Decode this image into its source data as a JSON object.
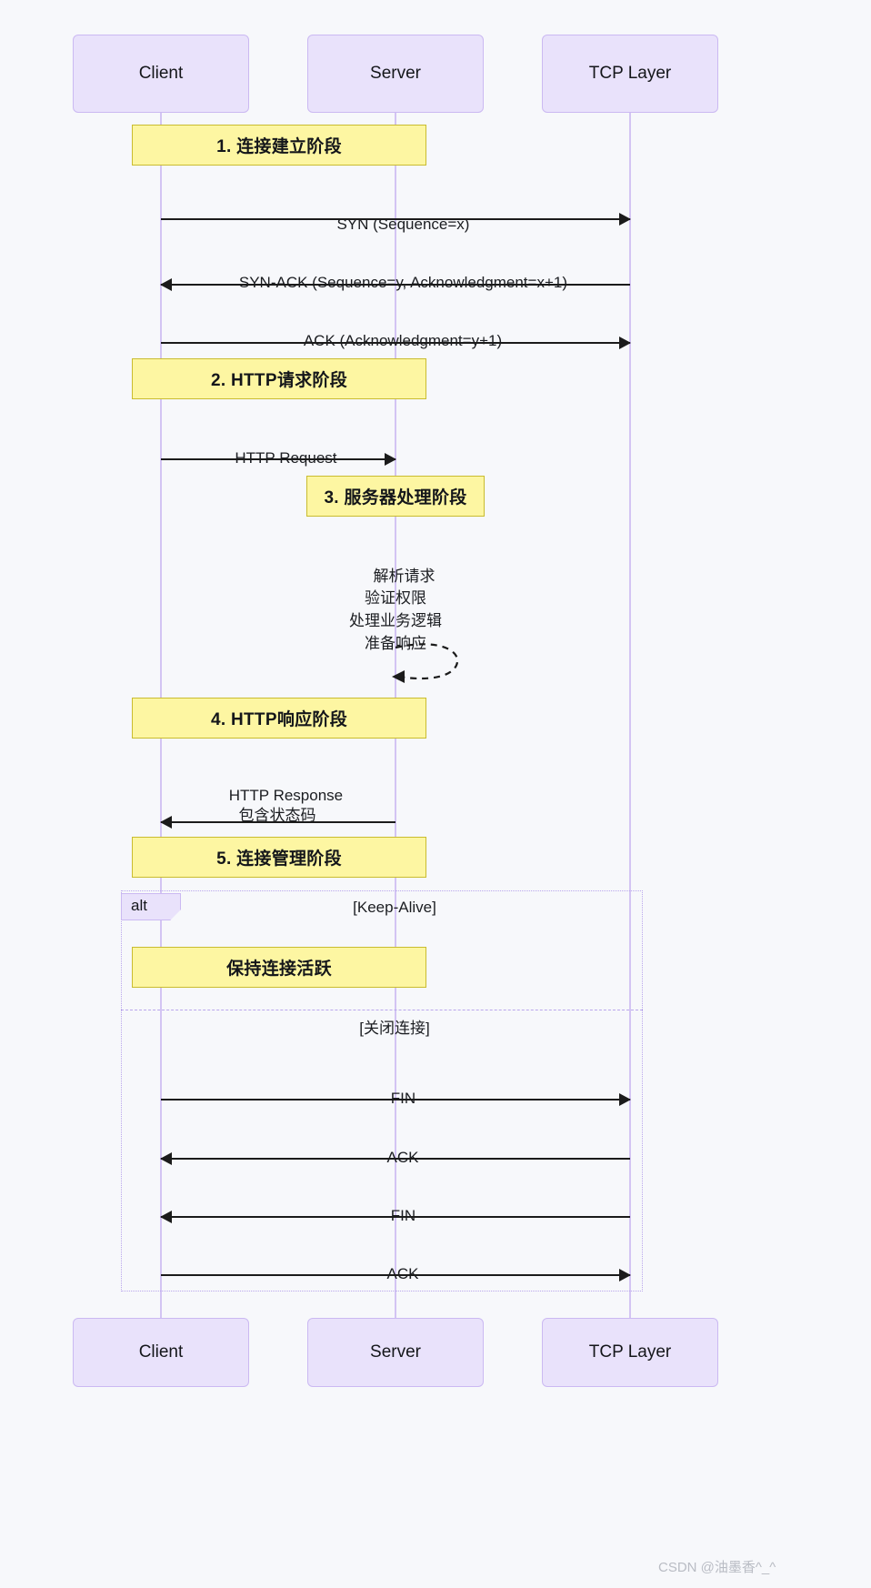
{
  "diagram": {
    "type": "sequence-diagram",
    "background": "#f7f8fb",
    "actor_fill": "#e9e2fb",
    "actor_stroke": "#cbb9f2",
    "note_fill": "#fdf6a2",
    "note_stroke": "#c9bc2f",
    "lifeline_color": "#d3c4f3",
    "arrow_color": "#1b1b1b"
  },
  "actors_top": [
    {
      "name": "Client"
    },
    {
      "name": "Server"
    },
    {
      "name": "TCP Layer"
    }
  ],
  "actors_bottom": [
    {
      "name": "Client"
    },
    {
      "name": "Server"
    },
    {
      "name": "TCP Layer"
    }
  ],
  "phases": [
    {
      "label": "1. 连接建立阶段"
    },
    {
      "label": "2. HTTP请求阶段"
    },
    {
      "label": "3. 服务器处理阶段"
    },
    {
      "label": "4. HTTP响应阶段"
    },
    {
      "label": "5. 连接管理阶段"
    },
    {
      "label": "保持连接活跃"
    }
  ],
  "messages": [
    {
      "label": "SYN (Sequence=x)",
      "from": "Client",
      "to": "TCP Layer",
      "direction": "right",
      "style": "solid"
    },
    {
      "label": "SYN-ACK (Sequence=y, Acknowledgment=x+1)",
      "from": "TCP Layer",
      "to": "Client",
      "direction": "left",
      "style": "solid"
    },
    {
      "label": "ACK (Acknowledgment=y+1)",
      "from": "Client",
      "to": "TCP Layer",
      "direction": "right",
      "style": "solid"
    },
    {
      "label": "HTTP Request",
      "from": "Client",
      "to": "Server",
      "direction": "right",
      "style": "solid"
    },
    {
      "label": "HTTP Response\n包含状态码",
      "from": "Server",
      "to": "Client",
      "direction": "left",
      "style": "solid"
    },
    {
      "label": "FIN",
      "from": "Client",
      "to": "TCP Layer",
      "direction": "right",
      "style": "solid"
    },
    {
      "label": "ACK",
      "from": "TCP Layer",
      "to": "Client",
      "direction": "left",
      "style": "solid"
    },
    {
      "label": "FIN",
      "from": "TCP Layer",
      "to": "Client",
      "direction": "left",
      "style": "solid"
    },
    {
      "label": "ACK",
      "from": "Client",
      "to": "TCP Layer",
      "direction": "right",
      "style": "solid"
    }
  ],
  "server_processing": {
    "lines": "解析请求\n验证权限\n处理业务逻辑\n准备响应",
    "self_message_style": "dashed"
  },
  "alt_fragment": {
    "tag": "alt",
    "conditions": [
      {
        "label": "[Keep-Alive]"
      },
      {
        "label": "[关闭连接]"
      }
    ]
  },
  "watermark": {
    "text": "CSDN @油墨香^_^"
  }
}
